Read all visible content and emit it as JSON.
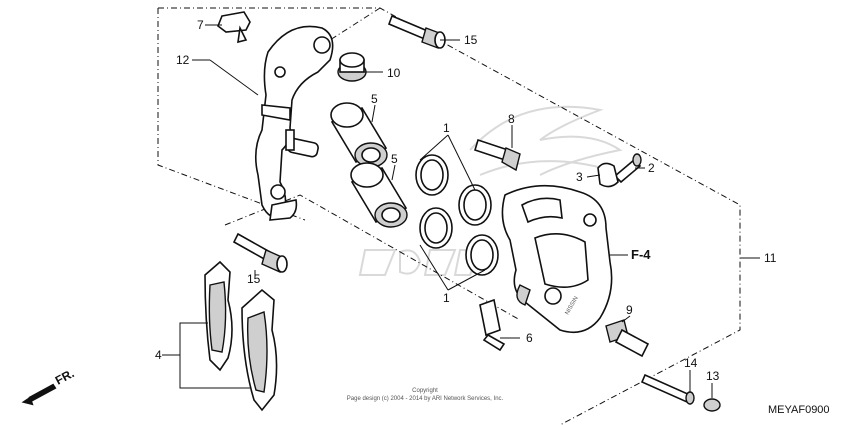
{
  "labels": {
    "p1a": "1",
    "p1b": "1",
    "p2": "2",
    "p3": "3",
    "p4": "4",
    "p5a": "5",
    "p5b": "5",
    "p6": "6",
    "p7": "7",
    "p8": "8",
    "p9": "9",
    "p10": "10",
    "p11": "11",
    "p12": "12",
    "p13": "13",
    "p14": "14",
    "p15a": "15",
    "p15b": "15"
  },
  "ref_mark": "F-4",
  "direction": "FR.",
  "copyright_line1": "Copyright",
  "copyright_line2": "Page design (c) 2004 - 2014 by ARI Network Services, Inc.",
  "diagram_code": "MEYAF0900",
  "caliper_stamp": "NISSIN"
}
